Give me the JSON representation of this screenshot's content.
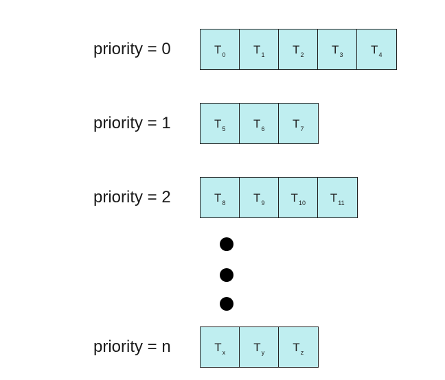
{
  "rows": [
    {
      "label": "priority = 0",
      "tasks": [
        {
          "base": "T",
          "sub": "0"
        },
        {
          "base": "T",
          "sub": "1"
        },
        {
          "base": "T",
          "sub": "2"
        },
        {
          "base": "T",
          "sub": "3"
        },
        {
          "base": "T",
          "sub": "4"
        }
      ]
    },
    {
      "label": "priority = 1",
      "tasks": [
        {
          "base": "T",
          "sub": "5"
        },
        {
          "base": "T",
          "sub": "6"
        },
        {
          "base": "T",
          "sub": "7"
        }
      ]
    },
    {
      "label": "priority = 2",
      "tasks": [
        {
          "base": "T",
          "sub": "8"
        },
        {
          "base": "T",
          "sub": "9"
        },
        {
          "base": "T",
          "sub": "10"
        },
        {
          "base": "T",
          "sub": "11"
        }
      ]
    },
    {
      "label": "priority = n",
      "tasks": [
        {
          "base": "T",
          "sub": "x"
        },
        {
          "base": "T",
          "sub": "y"
        },
        {
          "base": "T",
          "sub": "z"
        }
      ]
    }
  ],
  "ellipsis_dot_count": 3,
  "colors": {
    "task_fill": "#bfeef0",
    "border": "#222222",
    "dot": "#000000"
  }
}
